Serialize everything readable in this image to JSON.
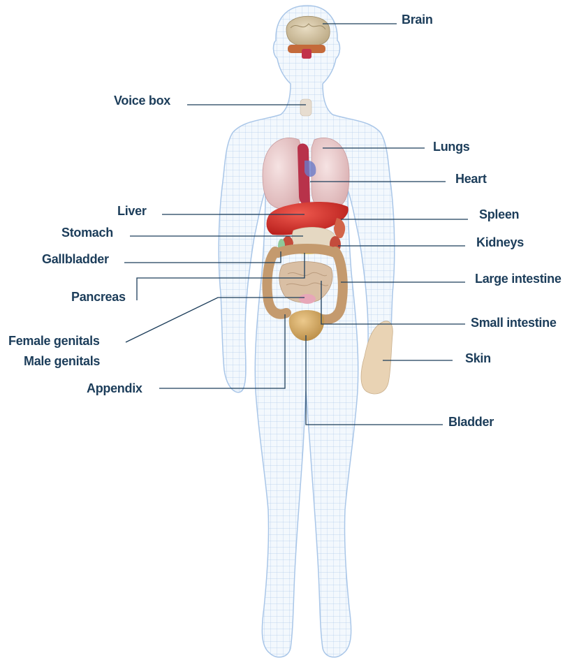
{
  "colors": {
    "mesh": "#a9c6e8",
    "mesh_fill": "#f3f8fd",
    "leader": "#1c3d5a",
    "label": "#1c3d5a",
    "brain": "#cdbfa0",
    "lungs": "#e7c8c8",
    "heart": "#b8324a",
    "liver": "#d6302b",
    "stomach": "#e5d8c2",
    "gallbladder": "#8fc99a",
    "pancreas": "#e9d36a",
    "spleen": "#d2654a",
    "kidneys": "#c44c3c",
    "intestine": "#c49a6e",
    "small_intestine": "#d9bfa4",
    "genitals": "#e7a7b8",
    "bladder": "#d9b070",
    "skin": "#e9d3b4"
  },
  "labels": {
    "brain": "Brain",
    "voice_box": "Voice box",
    "lungs": "Lungs",
    "heart": "Heart",
    "liver": "Liver",
    "spleen": "Spleen",
    "stomach": "Stomach",
    "kidneys": "Kidneys",
    "gallbladder": "Gallbladder",
    "large_intestine": "Large intestine",
    "pancreas": "Pancreas",
    "small_intestine": "Small intestine",
    "female_genitals": "Female genitals",
    "male_genitals": "Male genitals",
    "skin": "Skin",
    "appendix": "Appendix",
    "bladder": "Bladder"
  }
}
